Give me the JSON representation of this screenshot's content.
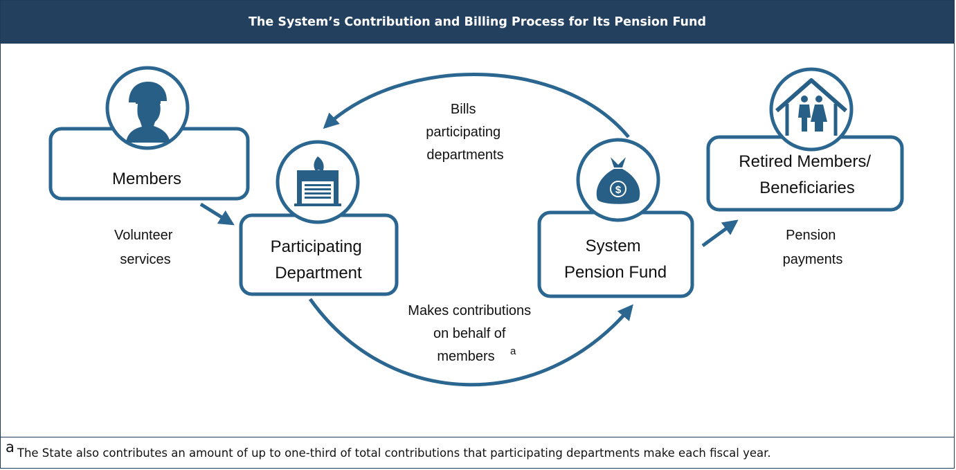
{
  "title": "The System’s Contribution and Billing Process for Its Pension Fund",
  "nodes": {
    "members": "Members",
    "participating_department": [
      "Participating",
      "Department"
    ],
    "system_pension_fund": [
      "System",
      "Pension Fund"
    ],
    "retired_members": [
      "Retired Members/",
      "Beneficiaries"
    ]
  },
  "edge_labels": {
    "volunteer_services": [
      "Volunteer",
      "services"
    ],
    "bills": [
      "Bills",
      "participating",
      "departments"
    ],
    "contributions": [
      "Makes contributions",
      "on behalf of",
      "members"
    ],
    "contributions_marker": "a",
    "pension_payments": [
      "Pension",
      "payments"
    ]
  },
  "footnote": {
    "marker": "a",
    "text": "The State also contributes an amount of up to one-third of total contributions that participating departments make each fiscal year."
  },
  "colors": {
    "header_bg": "#23405f",
    "accent": "#2b6690",
    "icon_fill": "#275f87"
  },
  "icons": [
    "firefighter-icon",
    "fire-station-icon",
    "money-bag-icon",
    "house-family-icon"
  ]
}
